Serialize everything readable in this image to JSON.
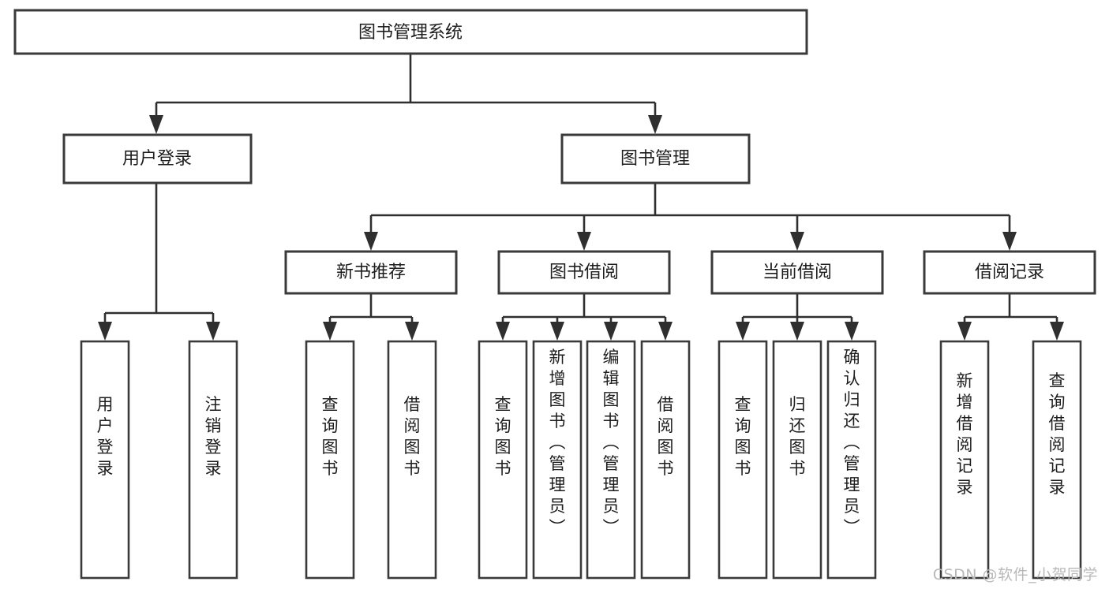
{
  "diagram": {
    "type": "tree-hierarchy",
    "title": "图书管理系统",
    "orientation": "top-down",
    "colors": {
      "box_stroke": "#3a3a3a",
      "connector": "#2f2f2f",
      "box_fill": "#ffffff",
      "text": "#1d1d1d",
      "watermark": "#b9b9b9"
    },
    "root": {
      "id": "root",
      "label": "图书管理系统"
    },
    "level2": [
      {
        "id": "user-login",
        "label": "用户登录"
      },
      {
        "id": "book-manage",
        "label": "图书管理"
      }
    ],
    "level3": [
      {
        "id": "new-book-recommend",
        "label": "新书推荐",
        "parent": "book-manage"
      },
      {
        "id": "book-borrow",
        "label": "图书借阅",
        "parent": "book-manage"
      },
      {
        "id": "current-borrow",
        "label": "当前借阅",
        "parent": "book-manage"
      },
      {
        "id": "borrow-record",
        "label": "借阅记录",
        "parent": "book-manage"
      }
    ],
    "leaves": {
      "user-login": [
        {
          "id": "leaf-user-login",
          "label": "用户登录"
        },
        {
          "id": "leaf-user-logout",
          "label": "注销登录"
        }
      ],
      "new-book-recommend": [
        {
          "id": "leaf-query-book-1",
          "label": "查询图书"
        },
        {
          "id": "leaf-borrow-book-1",
          "label": "借阅图书"
        }
      ],
      "book-borrow": [
        {
          "id": "leaf-query-book-2",
          "label": "查询图书"
        },
        {
          "id": "leaf-add-book",
          "label": "新增图书（管理员）"
        },
        {
          "id": "leaf-edit-book",
          "label": "编辑图书（管理员）"
        },
        {
          "id": "leaf-borrow-book-2",
          "label": "借阅图书"
        }
      ],
      "current-borrow": [
        {
          "id": "leaf-query-book-3",
          "label": "查询图书"
        },
        {
          "id": "leaf-return-book",
          "label": "归还图书"
        },
        {
          "id": "leaf-confirm-return",
          "label": "确认归还（管理员）"
        }
      ],
      "borrow-record": [
        {
          "id": "leaf-add-record",
          "label": "新增借阅记录"
        },
        {
          "id": "leaf-query-record",
          "label": "查询借阅记录"
        }
      ]
    }
  },
  "watermark": {
    "label": "CSDN @软件_小贺同学"
  }
}
